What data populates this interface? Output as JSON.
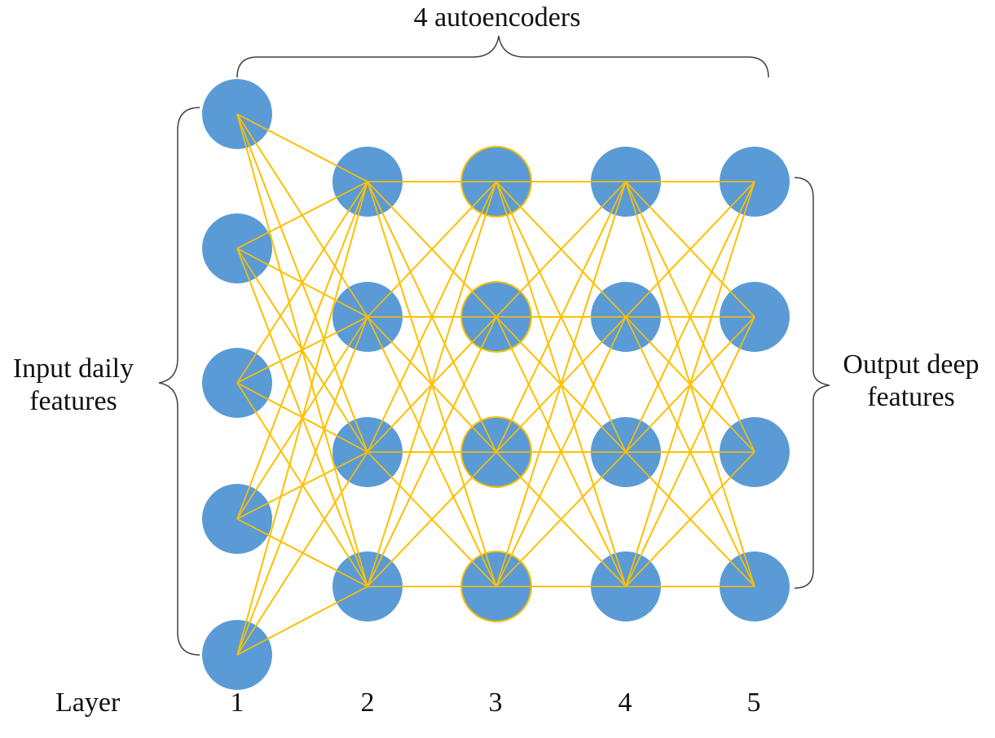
{
  "title": "4 autoencoders",
  "input_label": [
    "Input daily",
    "features"
  ],
  "output_label": [
    "Output deep",
    "features"
  ],
  "layer_axis": {
    "label": "Layer",
    "numbers": [
      "1",
      "2",
      "3",
      "4",
      "5"
    ]
  },
  "network": {
    "layer_sizes": [
      5,
      4,
      4,
      4,
      4
    ],
    "connectivity": "fully-connected between adjacent layers"
  },
  "colors": {
    "node": "#5b9bd5",
    "edge": "#ffc000",
    "bracket": "#404040",
    "text": "#111111"
  }
}
